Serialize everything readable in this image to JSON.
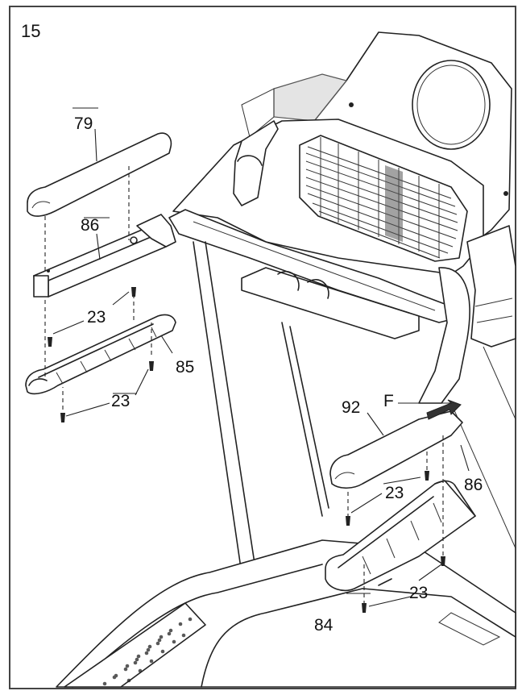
{
  "step_number": "15",
  "callouts": {
    "c79": "79",
    "c86_left": "86",
    "c23_a": "23",
    "c85": "85",
    "c23_b": "23",
    "c92": "92",
    "cF": "F",
    "c23_c": "23",
    "c86_right": "86",
    "c23_d": "23",
    "c84": "84"
  },
  "colors": {
    "line": "#222222",
    "frame": "#444444",
    "shade": "#e4e4e4"
  }
}
